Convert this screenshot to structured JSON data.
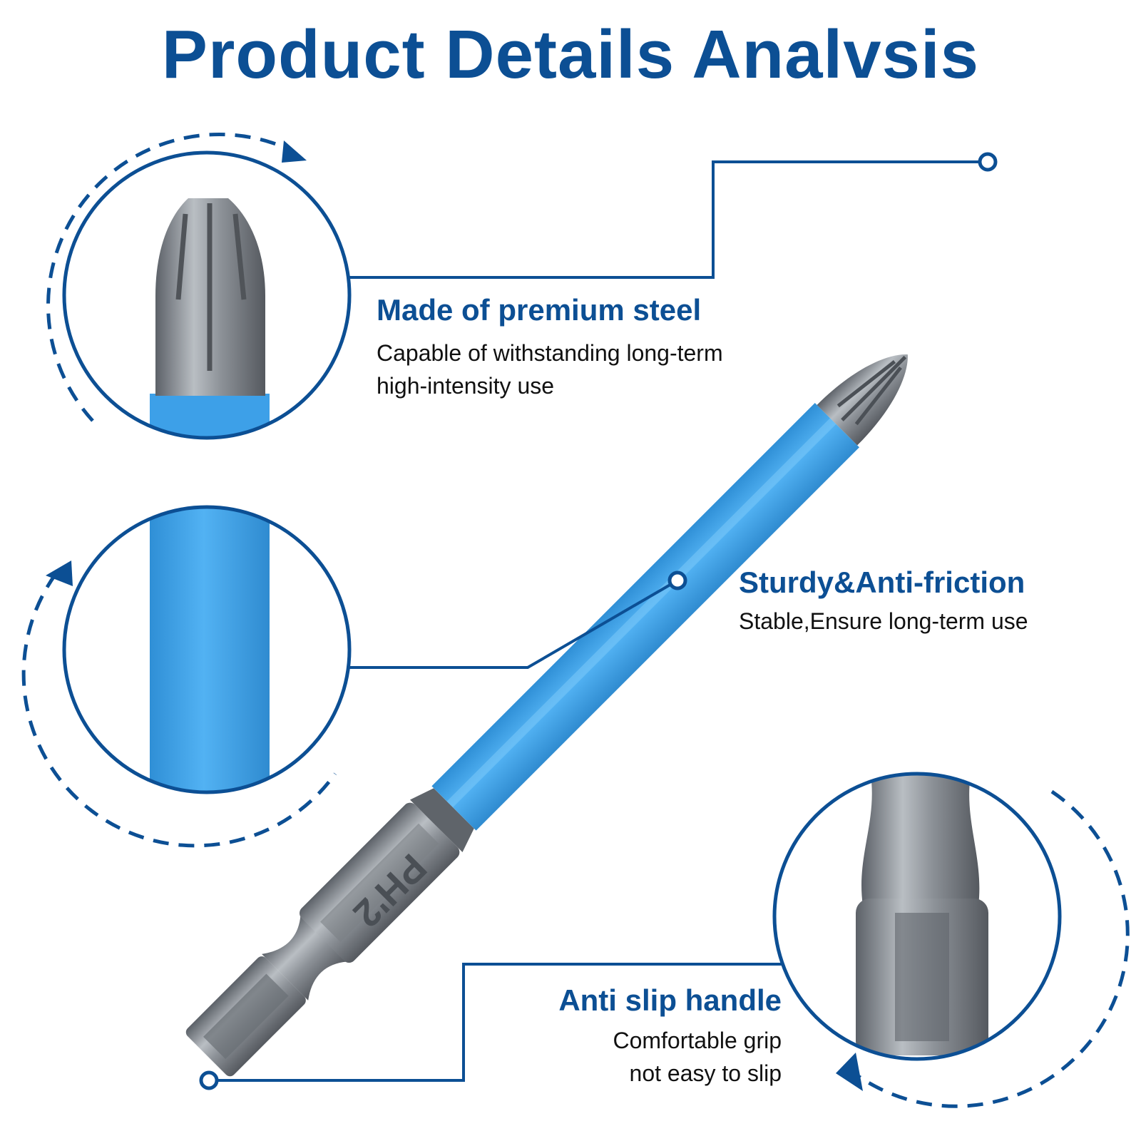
{
  "page": {
    "title": "Product Details Analvsis",
    "colors": {
      "brand_blue": "#0c4f94",
      "body_blue": "#3da0e8",
      "steel": "#8a8f95",
      "text": "#111111",
      "background": "#ffffff"
    }
  },
  "callouts": [
    {
      "heading": "Made of premium steel",
      "lines": [
        "Capable of withstanding long-term",
        "high-intensity use"
      ],
      "detail_view": "phillips-tip-closeup"
    },
    {
      "heading": "Sturdy&Anti-friction",
      "lines": [
        "Stable,Ensure long-term use"
      ],
      "detail_view": "blue-shank-closeup"
    },
    {
      "heading": "Anti slip handle",
      "lines": [
        "Comfortable grip",
        "not easy to slip"
      ],
      "detail_view": "hex-shank-closeup"
    }
  ],
  "product": {
    "marking": "PH2",
    "marking_display": "PH'2"
  }
}
